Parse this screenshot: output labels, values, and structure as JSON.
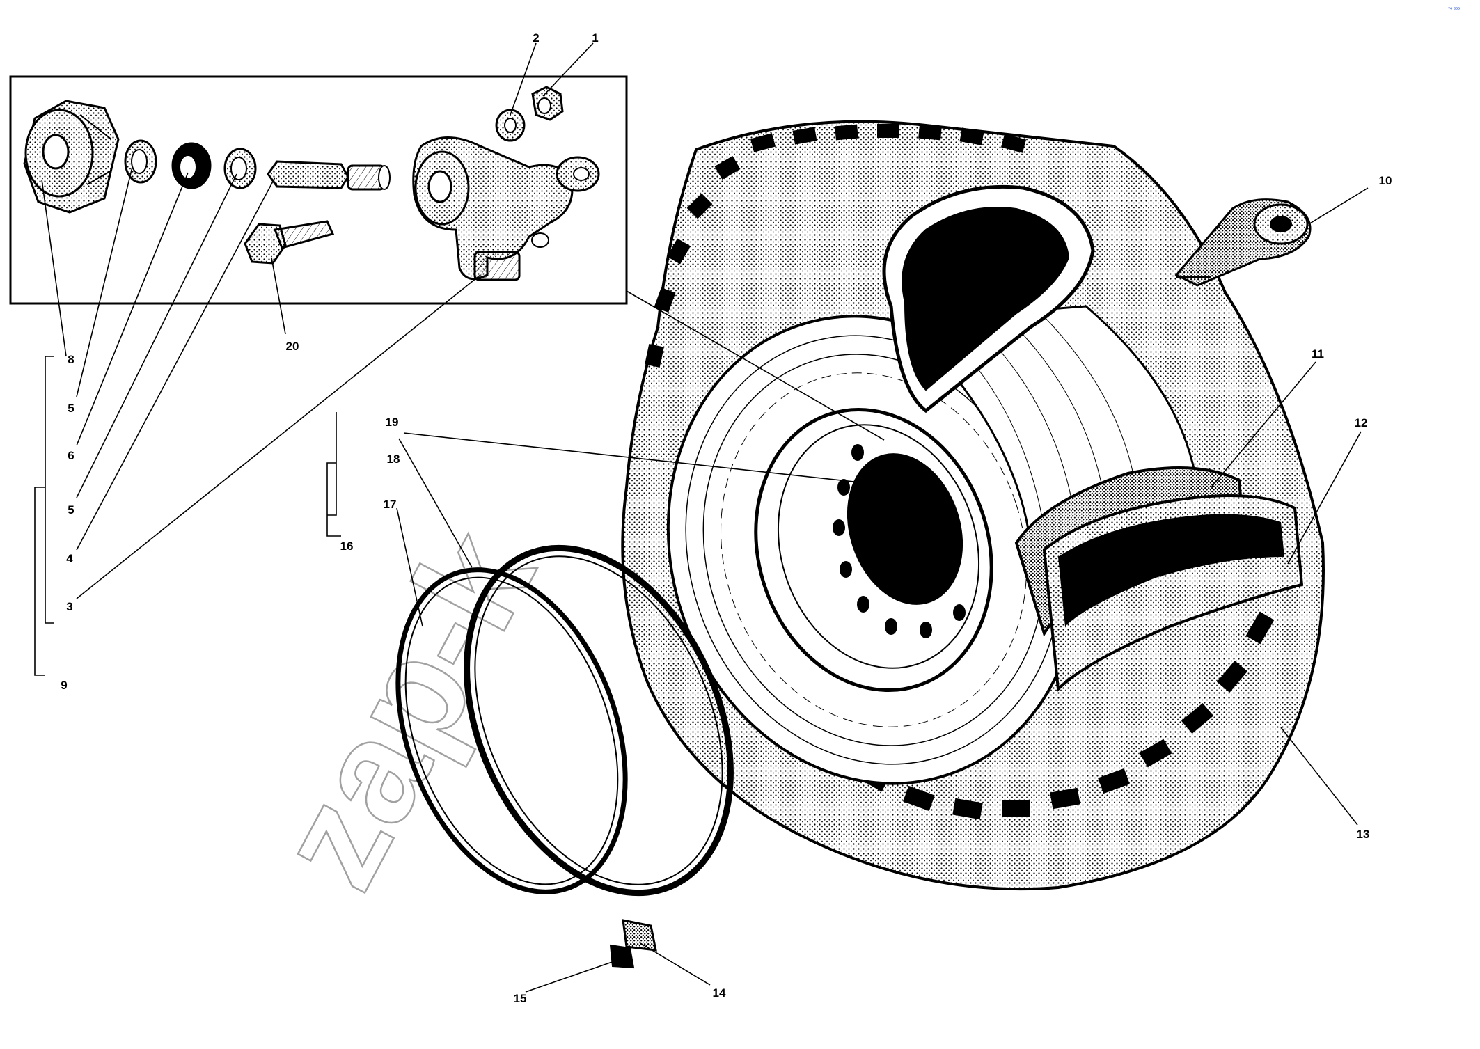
{
  "watermark": "zap-k",
  "corner_mark": "°º ººº",
  "callouts": [
    {
      "id": "1",
      "label": "1"
    },
    {
      "id": "2",
      "label": "2"
    },
    {
      "id": "3",
      "label": "3"
    },
    {
      "id": "4",
      "label": "4"
    },
    {
      "id": "5a",
      "label": "5"
    },
    {
      "id": "5b",
      "label": "5"
    },
    {
      "id": "6",
      "label": "6"
    },
    {
      "id": "8",
      "label": "8"
    },
    {
      "id": "9",
      "label": "9"
    },
    {
      "id": "10",
      "label": "10"
    },
    {
      "id": "11",
      "label": "11"
    },
    {
      "id": "12",
      "label": "12"
    },
    {
      "id": "13",
      "label": "13"
    },
    {
      "id": "14",
      "label": "14"
    },
    {
      "id": "15",
      "label": "15"
    },
    {
      "id": "16",
      "label": "16"
    },
    {
      "id": "17",
      "label": "17"
    },
    {
      "id": "18",
      "label": "18"
    },
    {
      "id": "19",
      "label": "19"
    },
    {
      "id": "20",
      "label": "20"
    }
  ],
  "colors": {
    "ink": "#000000",
    "background": "#ffffff",
    "watermark": "#555555",
    "corner_mark": "#2a57c9"
  }
}
